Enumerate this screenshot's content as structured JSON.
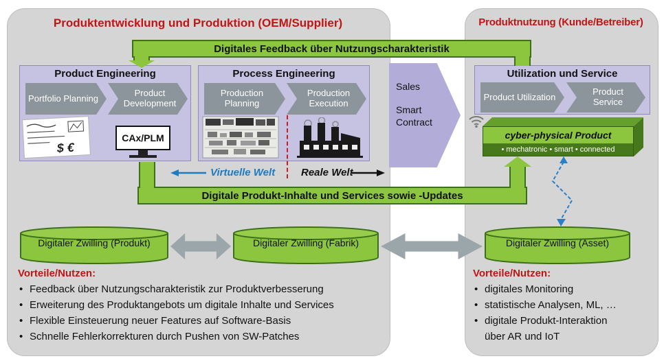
{
  "titles": {
    "left": "Produktentwicklung und Produktion (OEM/Supplier)",
    "right": "Produktnutzung (Kunde/Betreiber)"
  },
  "bands": {
    "feedback": "Digitales Feedback über Nutzungscharakteristik",
    "updates": "Digitale Produkt-Inhalte und Services sowie -Updates"
  },
  "product_engineering": {
    "title": "Product Engineering",
    "steps": [
      "Portfolio Planning",
      "Product Development"
    ],
    "tool": "CAx/PLM",
    "sketch_symbols": "$ €"
  },
  "process_engineering": {
    "title": "Process Engineering",
    "steps": [
      "Production Planning",
      "Production Execution"
    ]
  },
  "worlds": {
    "virtual": "Virtuelle Welt",
    "real": "Reale Welt"
  },
  "sales": {
    "line1": "Sales",
    "line2": "Smart Contract"
  },
  "utilization": {
    "title": "Utilization und Service",
    "steps": [
      "Product Utilization",
      "Product Service"
    ]
  },
  "cyber_physical": {
    "name": "cyber-physical Product",
    "traits": "• mechatronic • smart • connected"
  },
  "twins": {
    "product": "Digitaler Zwilling (Produkt)",
    "factory": "Digitaler Zwilling (Fabrik)",
    "asset": "Digitaler Zwilling (Asset)"
  },
  "benefits_left": {
    "title": "Vorteile/Nutzen:",
    "items": [
      "Feedback über Nutzungscharakteristik zur Produktverbesserung",
      "Erweiterung des Produktangebots um digitale Inhalte und Services",
      "Flexible Einsteuerung neuer Features auf Software-Basis",
      "Schnelle Fehlerkorrekturen durch Pushen von SW-Patches"
    ]
  },
  "benefits_right": {
    "title": "Vorteile/Nutzen:",
    "items": [
      "digitales Monitoring",
      "statistische Analysen, ML, …",
      "digitale Produkt-Interaktion über AR und IoT"
    ]
  },
  "colors": {
    "accent_red": "#c01515",
    "green": "#8cc63e",
    "green_dark": "#3c701b",
    "purple": "#c6c2e2",
    "blue": "#1f7bc0"
  }
}
